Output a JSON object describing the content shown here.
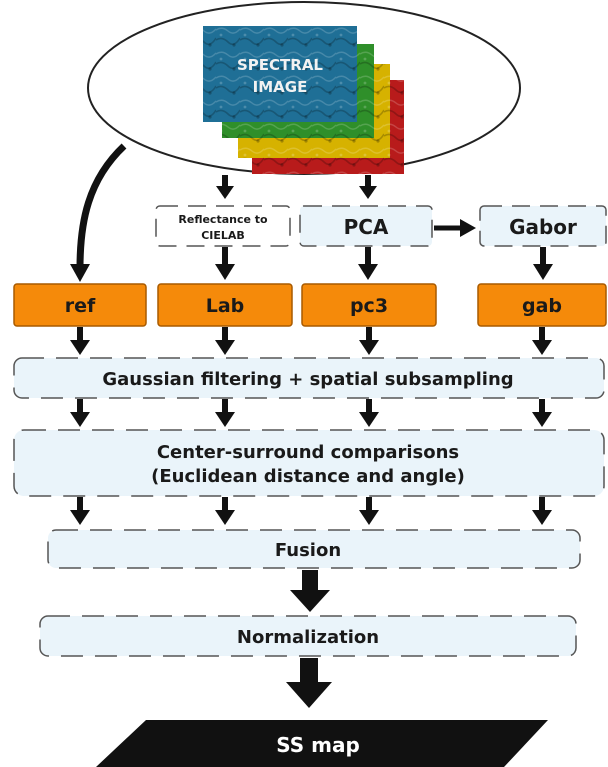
{
  "diagram": {
    "source": {
      "line1": "SPECTRAL",
      "line2": "IMAGE"
    },
    "transforms": {
      "reflectance_line1": "Reflectance to",
      "reflectance_line2": "CIELAB",
      "pca": "PCA",
      "gabor": "Gabor"
    },
    "features": {
      "ref": "ref",
      "lab": "Lab",
      "pc3": "pc3",
      "gab": "gab"
    },
    "stages": {
      "gaussian": "Gaussian filtering + spatial subsampling",
      "center_line1": "Center-surround comparisons",
      "center_line2": "(Euclidean distance and angle)",
      "fusion": "Fusion",
      "normalization": "Normalization"
    },
    "output": "SS map"
  },
  "colors": {
    "feature_box": "#f58a0a",
    "stage_box": "#eaf4fa",
    "arrow": "#111111",
    "output": "#111111",
    "layer_blue": "#1f6f96",
    "layer_green": "#2f8f2a",
    "layer_yellow": "#d6b200",
    "layer_red": "#b81b1b"
  }
}
